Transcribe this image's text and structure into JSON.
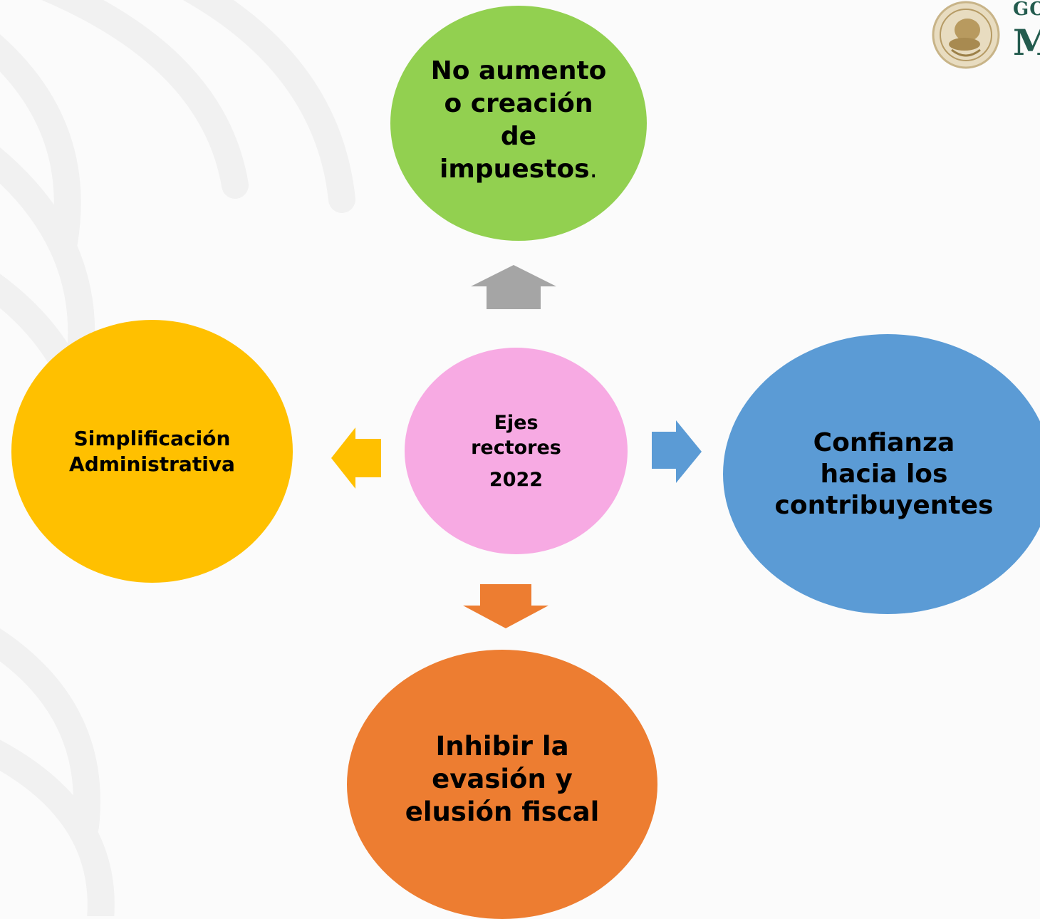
{
  "center": {
    "line1": "Ejes",
    "line2": "rectores",
    "year": "2022"
  },
  "top": {
    "text": "No aumento o creación de impuestos",
    "period": "."
  },
  "left": {
    "line1": "Simplificación",
    "line2": "Administrativa"
  },
  "right": {
    "line1": "Confianza",
    "line2": "hacia los",
    "line3": "contribuyentes"
  },
  "bottom": {
    "line1": "Inhibir la",
    "line2": "evasión y",
    "line3": "elusión fiscal"
  },
  "logo": {
    "line1": "GO",
    "line2": "M"
  },
  "colors": {
    "top": "#92d050",
    "center": "#f7aae3",
    "left": "#ffc000",
    "right": "#5b9bd5",
    "bottom": "#ed7d31",
    "arrow_up": "#a5a5a5"
  }
}
